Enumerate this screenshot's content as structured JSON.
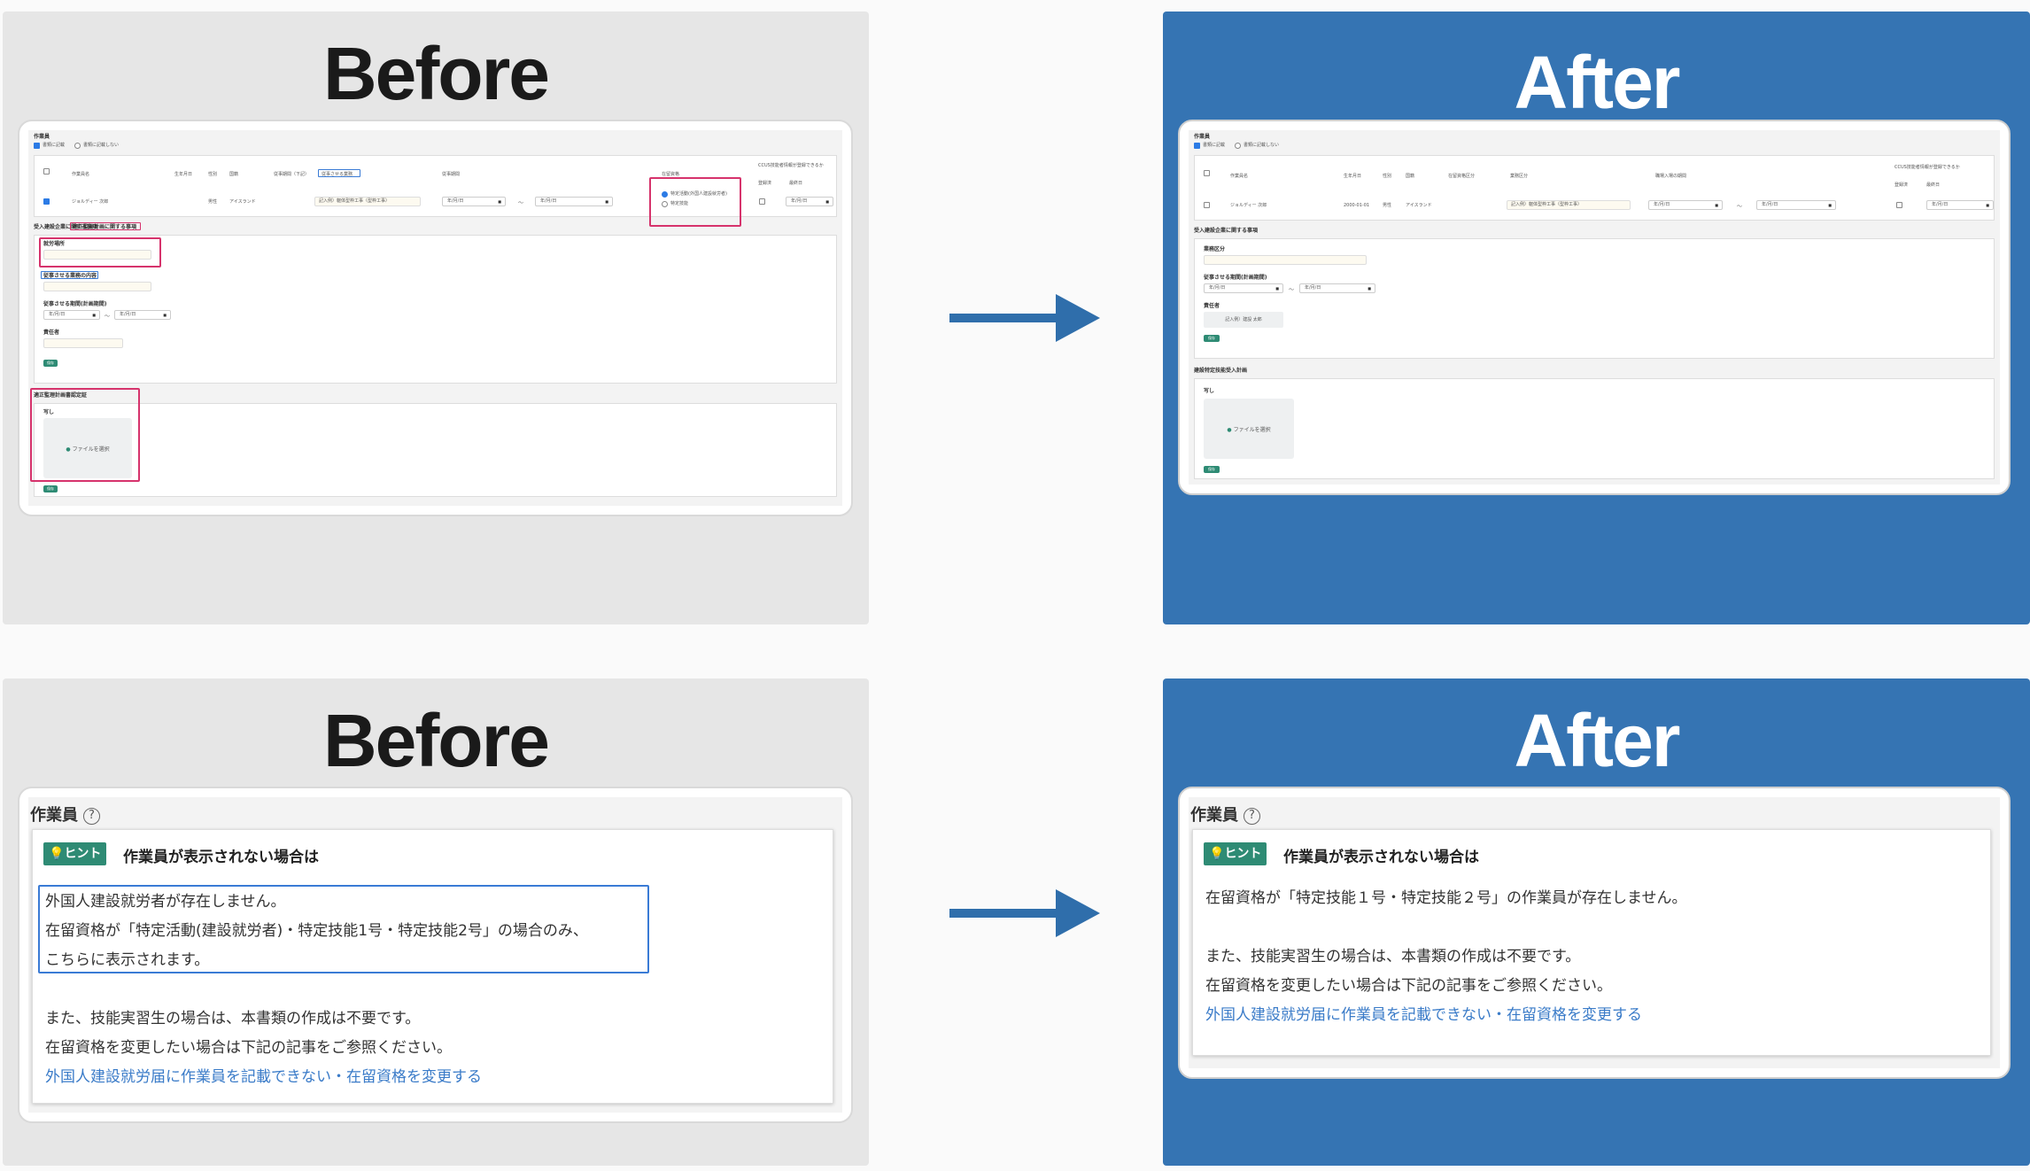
{
  "panels": {
    "before_label": "Before",
    "after_label": "After"
  },
  "form": {
    "section_title": "作業員",
    "option_display": "書類に記載",
    "option_hide": "書類に記載しない",
    "columns": [
      "作業員名",
      "生年月日",
      "性別",
      "国籍",
      "従事期間（下記）",
      "従事させる業務",
      "従事期間",
      "在留資格",
      "CCUS技能者情報が登録できるか"
    ],
    "after_columns": [
      "作業員名",
      "生年月日",
      "性別",
      "国籍",
      "在留資格区分",
      "業務区分",
      "職場入場の期間",
      "CCUS技能者情報が登録できるか"
    ],
    "ccus_sub": [
      "登録済",
      "最終日"
    ],
    "worker_name": "ジョルディー 次郎",
    "worker_birth": "2000-01-01",
    "worker_gender": "男性",
    "worker_nationality": "アイスランド",
    "work_type": "記入例）躯体型枠工事（型枠工事）",
    "status_opt1": "特定活動(外国人建設就労者)",
    "status_opt2": "特定技能",
    "date_placeholder": "年/月/日",
    "range_sep": "〜",
    "plan_section": "受入建設企業に関する事項",
    "plan_section_badge": "適正監理計画に関する事項",
    "field_place": "就労場所",
    "field_work": "従事させる業務の内容",
    "field_period": "従事させる期間(計画期間)",
    "field_manager": "責任者",
    "manager_placeholder": "記入例）建設 太郎",
    "after_field_class": "業務区分",
    "save_label": "保存",
    "attach_section_before": "適正監理計画書認定証",
    "attach_section_after": "建設特定技能受入計画",
    "attach_label": "写し",
    "file_button": "ファイルを選択"
  },
  "hint": {
    "section_title": "作業員",
    "badge": "ヒント",
    "title": "作業員が表示されない場合は",
    "before_lines": [
      "外国人建設就労者が存在しません。",
      "在留資格が「特定活動(建設就労者)・特定技能1号・特定技能2号」の場合のみ、",
      "こちらに表示されます。"
    ],
    "after_line": "在留資格が「特定技能１号・特定技能２号」の作業員が存在しません。",
    "note_lines": [
      "また、技能実習生の場合は、本書類の作成は不要です。",
      "在留資格を変更したい場合は下記の記事をご参照ください。"
    ],
    "link": "外国人建設就労届に作業員を記載できない・在留資格を変更する"
  },
  "colors": {
    "before_bg": "#e6e6e6",
    "after_bg": "#3574b3",
    "arrow": "#2f6eab",
    "highlight_pink": "#d6336c",
    "highlight_blue": "#3a7bd5",
    "badge_green": "#2e8b74",
    "link": "#3a7bc8"
  }
}
